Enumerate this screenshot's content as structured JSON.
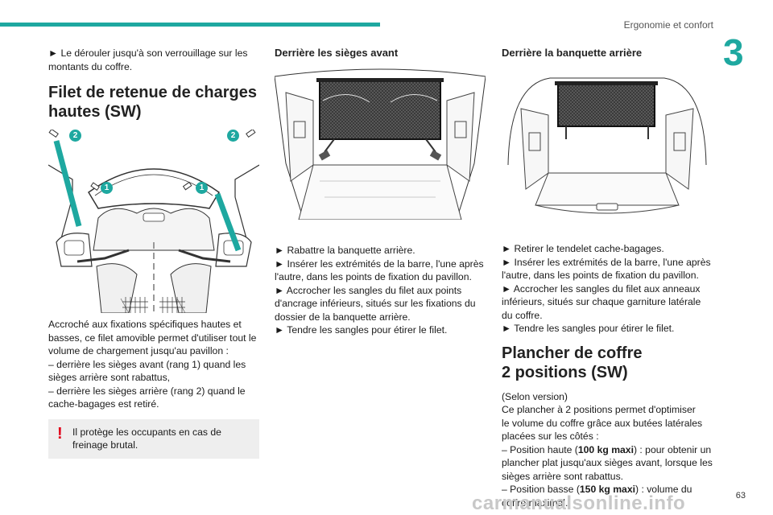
{
  "header": {
    "section_title": "Ergonomie et confort",
    "chapter_number": "3",
    "accent_color": "#1ea8a0"
  },
  "col1": {
    "intro_line1": "► Le dérouler jusqu'à son verrouillage sur les",
    "intro_line2": "montants du coffre.",
    "title_line1": "Filet de retenue de charges",
    "title_line2": "hautes (SW)",
    "figure_badges": [
      "2",
      "2",
      "1",
      "1"
    ],
    "body": [
      "Accroché aux fixations spécifiques hautes et",
      "basses, ce filet amovible permet d'utiliser tout le",
      "volume de chargement jusqu'au pavillon :",
      "– derrière les sièges avant (rang 1) quand les",
      "sièges arrière sont rabattus,",
      "– derrière les sièges arrière (rang 2) quand le",
      "cache-bagages est retiré."
    ],
    "warning_line1": "Il protège les occupants en cas de",
    "warning_line2": "freinage brutal.",
    "warning_color": "#e10019"
  },
  "col2": {
    "heading": "Derrière les sièges avant",
    "body": [
      "► Rabattre la banquette arrière.",
      "► Insérer les extrémités de la barre, l'une après",
      "l'autre, dans les points de fixation du pavillon.",
      "► Accrocher les sangles du filet aux points",
      "d'ancrage inférieurs, situés sur les fixations du",
      "dossier de la banquette arrière.",
      "► Tendre les sangles pour étirer le filet."
    ]
  },
  "col3": {
    "heading": "Derrière la banquette arrière",
    "body": [
      "► Retirer le tendelet cache-bagages.",
      "► Insérer les extrémités de la barre, l'une après",
      "l'autre, dans les points de fixation du pavillon.",
      "► Accrocher les sangles du filet aux anneaux",
      "inférieurs, situés sur chaque garniture latérale",
      "du coffre.",
      "► Tendre les sangles pour étirer le filet."
    ],
    "title_line1": "Plancher de coffre",
    "title_line2": "2 positions (SW)",
    "body2": [
      "(Selon version)",
      "Ce plancher à 2 positions permet d'optimiser",
      "le volume du coffre grâce aux butées latérales",
      "placées sur les côtés :"
    ],
    "pos_high_pre": "– Position haute (",
    "pos_high_bold": "100 kg maxi",
    "pos_high_post": ") : pour obtenir un",
    "pos_high_cont": [
      "plancher plat jusqu'aux sièges avant, lorsque les",
      "sièges arrière sont rabattus."
    ],
    "pos_low_pre": "– Position basse (",
    "pos_low_bold": "150 kg maxi",
    "pos_low_post": ") : volume du",
    "pos_low_cont": "coffre maximal."
  },
  "footer": {
    "page_number": "63",
    "watermark": "carmanualsonline.info"
  }
}
